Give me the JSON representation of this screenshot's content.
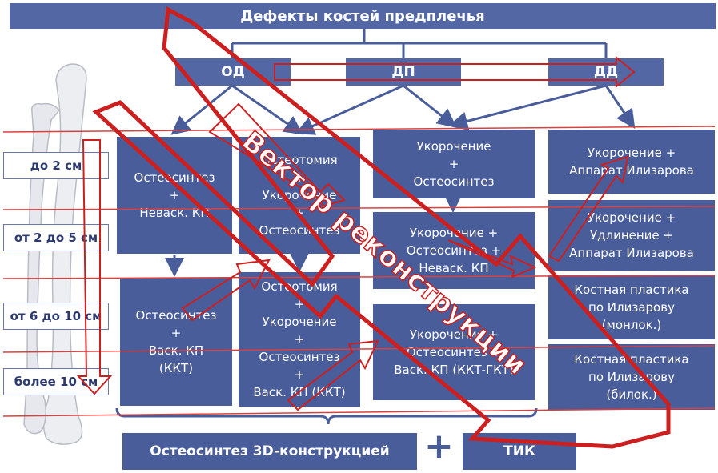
{
  "title": "Дефекты костей предплечья",
  "categories": [
    "ОД",
    "ДП",
    "ДД"
  ],
  "defect_sizes": [
    "до 2 см",
    "от 2 до 5 см",
    "от 6 до 10 см",
    "более 10 см"
  ],
  "col1": {
    "top": [
      "Остеосинтез",
      "+",
      "Неваск. КП"
    ],
    "bottom": [
      "Остеосинтез",
      "+",
      "Васк. КП",
      "(ККТ)"
    ]
  },
  "col2": {
    "top": [
      "Остеотомия",
      "+",
      "Укорочение",
      "+",
      "Остеосинтез"
    ],
    "bottom": [
      "Остеотомия",
      "+",
      "Укорочение",
      "+",
      "Остеосинтез",
      "+",
      "Васк. КП (ККТ)"
    ]
  },
  "col3": {
    "top": [
      "Укорочение",
      "+",
      "Остеосинтез"
    ],
    "middle": [
      "Укорочение +",
      "Остеосинтез +",
      "Неваск. КП"
    ],
    "bottom": [
      "Укорочение +",
      "Остеосинтез +",
      "Васк. КП (ККТ-ГКТ)"
    ]
  },
  "col4": {
    "row1": [
      "Укорочение +",
      "Аппарат Илизарова"
    ],
    "row2": [
      "Укорочение +",
      "Удлинение +",
      "Аппарат Илизарова"
    ],
    "row3": [
      "Костная пластика",
      "по Илизарову",
      "(монлок.)"
    ],
    "row4": [
      "Костная пластика",
      "по Илизарову",
      "(билок.)"
    ]
  },
  "bottom_left": "Остеосинтез 3D-конструкцией",
  "plus_sign": "+",
  "bottom_right": "ТИК",
  "overlay_label": "Вектор реконструкции",
  "colors": {
    "box_blue": "#4a5d9b",
    "header_blue": "#5267a3",
    "arrow_red": "#cc1f1f",
    "line_red": "#d94040",
    "connector_blue": "#4a5d9b"
  }
}
